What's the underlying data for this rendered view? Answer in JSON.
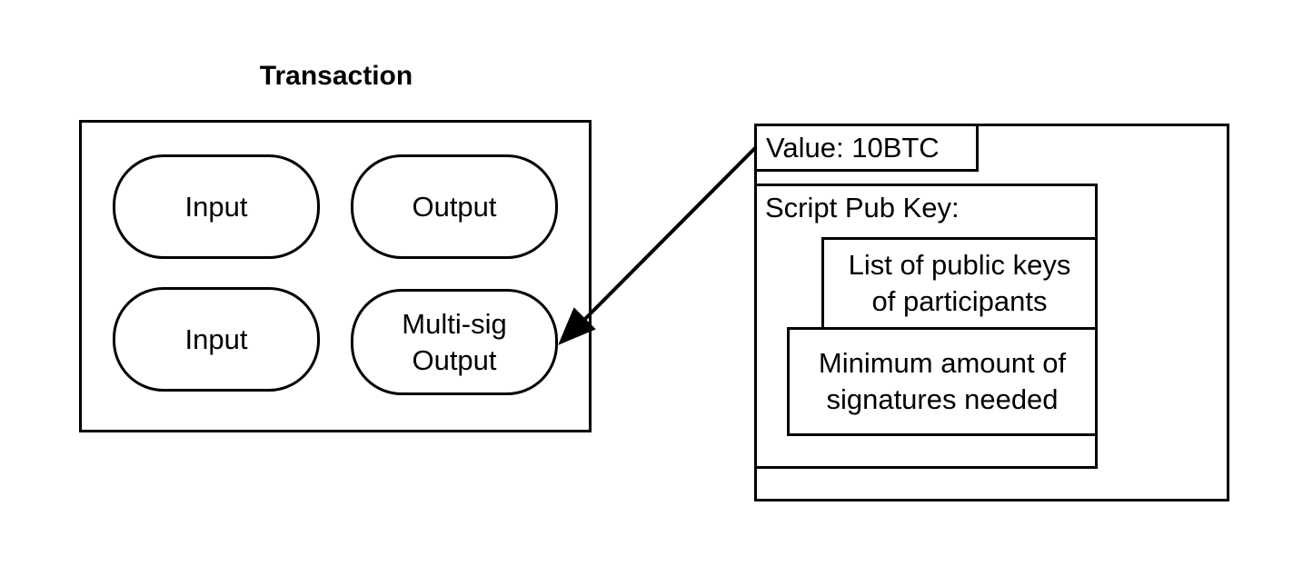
{
  "title": "Transaction",
  "transaction": {
    "input_1": "Input",
    "output_1": "Output",
    "input_2": "Input",
    "multisig_output": [
      "Multi-sig",
      "Output"
    ]
  },
  "output_detail": {
    "value": "Value: 10BTC",
    "script_pub_key": "Script Pub Key:",
    "public_keys": [
      "List of public keys",
      "of participants"
    ],
    "min_signatures": [
      "Minimum amount of",
      "signatures needed"
    ]
  },
  "colors": {
    "stroke": "#000000",
    "background": "#ffffff"
  }
}
